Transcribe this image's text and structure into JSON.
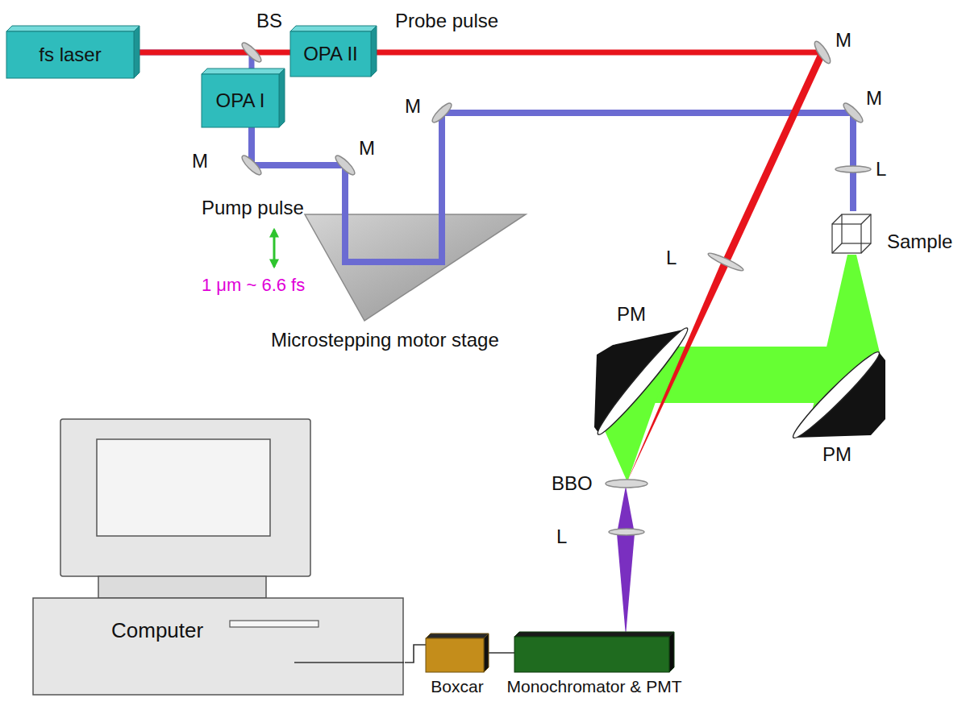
{
  "diagram": {
    "nodes": [
      {
        "text": [
          "fs laser"
        ]
      },
      {
        "text": [
          "OPA II"
        ]
      },
      {
        "text": [
          "OPA I"
        ]
      },
      {
        "text": [
          "Sample"
        ]
      },
      {
        "text": [
          "Computer"
        ]
      },
      {
        "text": [
          "Boxcar"
        ]
      },
      {
        "text": [
          "Monochromator & PMT"
        ]
      }
    ],
    "edges": [
      {
        "from": 0,
        "to": 1,
        "arrow": "none"
      },
      {
        "from": 0,
        "to": 2,
        "arrow": "none"
      },
      {
        "from": 2,
        "to": 3,
        "arrow": "none"
      },
      {
        "from": 4,
        "to": 5,
        "arrow": "none"
      },
      {
        "from": 5,
        "to": 6,
        "arrow": "none"
      }
    ],
    "labels": [
      "BS",
      "Probe pulse",
      "M",
      "M",
      "M",
      "M",
      "M",
      "L",
      "Pump pulse",
      "1 μm ~ 6.6 fs",
      "Microstepping motor stage",
      "L",
      "PM",
      "PM",
      "BBO",
      "L"
    ]
  }
}
